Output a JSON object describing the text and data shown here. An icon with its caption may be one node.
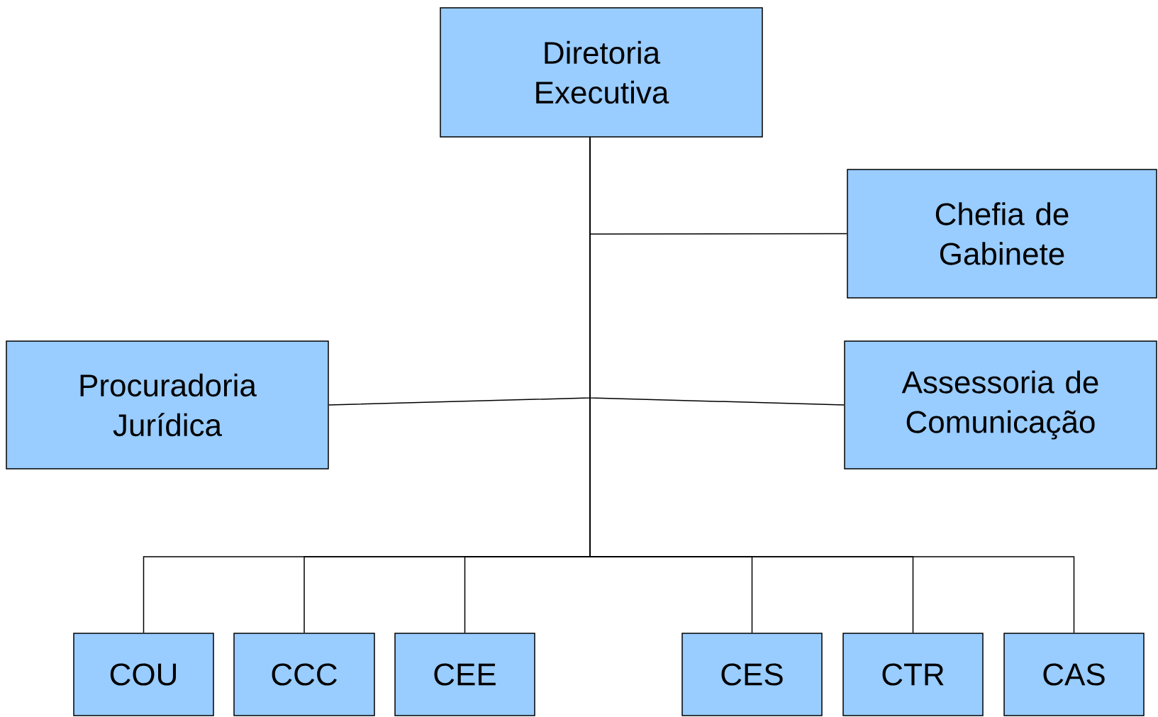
{
  "diagram": {
    "nodes": [
      {
        "text": [
          "Diretoria Executiva"
        ]
      },
      {
        "text": [
          "Chefia de Gabinete"
        ]
      },
      {
        "text": [
          "Procuradoria Jurídica"
        ]
      },
      {
        "text": [
          "Assessoria de Comunicação"
        ]
      },
      {
        "text": [
          "COU"
        ]
      },
      {
        "text": [
          "CCC"
        ]
      },
      {
        "text": [
          "CEE"
        ]
      },
      {
        "text": [
          "CES"
        ]
      },
      {
        "text": [
          "CTR"
        ]
      },
      {
        "text": [
          "CAS"
        ]
      }
    ],
    "edges": [
      {
        "from": 0,
        "to": 1,
        "arrow": "none"
      },
      {
        "from": 0,
        "to": 2,
        "arrow": "none"
      },
      {
        "from": 0,
        "to": 3,
        "arrow": "none"
      },
      {
        "from": 0,
        "to": 4,
        "arrow": "none"
      },
      {
        "from": 0,
        "to": 5,
        "arrow": "none"
      },
      {
        "from": 0,
        "to": 6,
        "arrow": "none"
      },
      {
        "from": 0,
        "to": 7,
        "arrow": "none"
      },
      {
        "from": 0,
        "to": 8,
        "arrow": "none"
      },
      {
        "from": 0,
        "to": 9,
        "arrow": "none"
      }
    ]
  }
}
